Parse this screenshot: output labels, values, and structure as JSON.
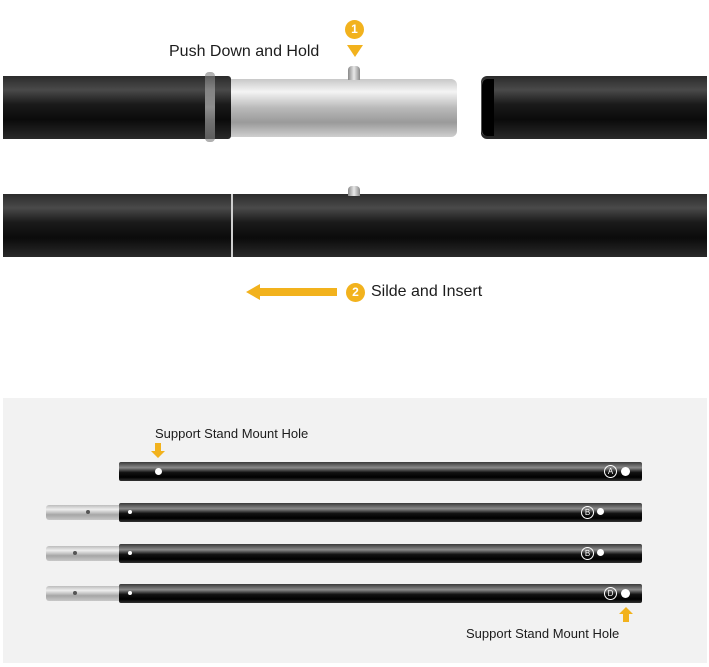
{
  "top_diagram": {
    "step1": {
      "number": "1",
      "label": "Push Down and Hold"
    },
    "step2": {
      "number": "2",
      "label": "Silde and Insert"
    }
  },
  "bottom_diagram": {
    "top_label": "Support Stand Mount Hole",
    "bottom_label": "Support Stand Mount Hole",
    "rods": [
      {
        "letter": "A"
      },
      {
        "letter": "B"
      },
      {
        "letter": "B"
      },
      {
        "letter": "D"
      }
    ]
  },
  "colors": {
    "accent": "#f2b21d",
    "tube": "#111111",
    "panel": "#f2f2f2"
  }
}
